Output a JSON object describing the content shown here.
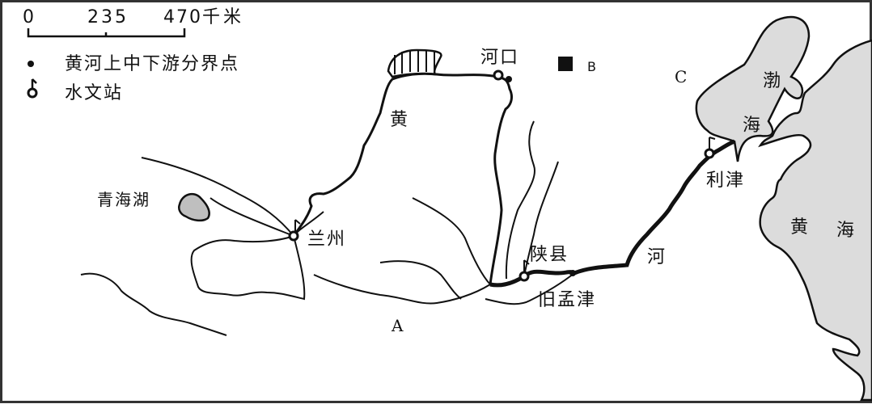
{
  "map": {
    "title": "",
    "scale_bar": {
      "ticks": [
        "0",
        "235",
        "470"
      ],
      "unit": "千米"
    },
    "legend": [
      {
        "symbol": "dot",
        "label": "黄河上中下游分界点"
      },
      {
        "symbol": "hydrological-station",
        "label": "水文站"
      }
    ],
    "places": {
      "hekou": "河口",
      "lanzhou": "兰州",
      "shanxian": "陕县",
      "jiumengjin": "旧孟津",
      "lijin": "利津",
      "qinghai_lake": "青海湖"
    },
    "river_label": [
      "黄",
      "河"
    ],
    "seas": {
      "bohai": [
        "渤",
        "海"
      ],
      "yellow_sea": [
        "黄",
        "海"
      ]
    },
    "markers": {
      "A": "A",
      "B": "B",
      "C": "C"
    },
    "colors": {
      "sea_fill": "#dcdcdc",
      "lake_fill": "#bfbfbf",
      "line": "#111111",
      "frame": "#333333"
    }
  }
}
